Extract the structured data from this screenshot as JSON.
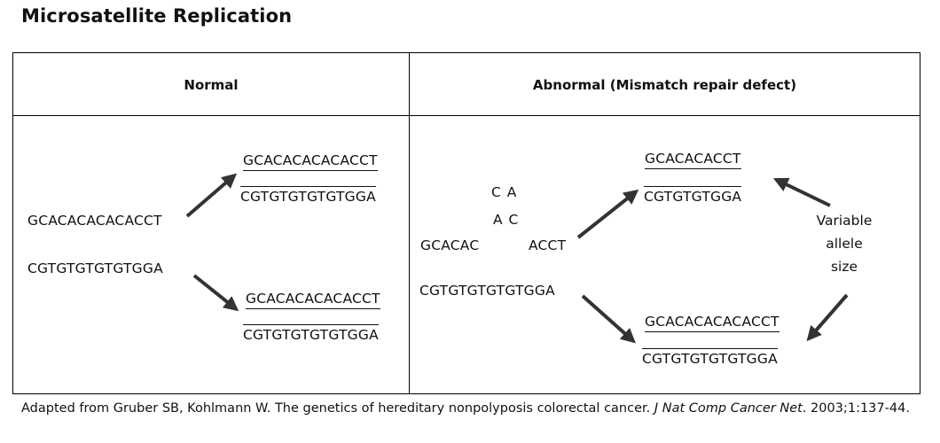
{
  "title": "Microsatellite Replication",
  "headers": {
    "normal": "Normal",
    "abnormal": "Abnormal (Mismatch repair defect)"
  },
  "normal": {
    "input_top": "GCACACACACACCT",
    "input_bottom": "CGTGTGTGTGTGGA",
    "out1_top": "GCACACACACACCT",
    "out1_bottom": "CGTGTGTGTGTGGA",
    "out2_top": "GCACACACACACCT",
    "out2_bottom": "CGTGTGTGTGTGGA"
  },
  "abnormal": {
    "loop_top": "C A",
    "loop_mid": "A C",
    "input_left": "GCACAC",
    "input_right": "ACCT",
    "input_bottom": "CGTGTGTGTGTGGA",
    "out1_top": "GCACACACCT",
    "out1_bottom": "CGTGTGTGGA",
    "out2_top": "GCACACACACACCT",
    "out2_bottom": "CGTGTGTGTGTGGA",
    "note_line1": "Variable",
    "note_line2": "allele",
    "note_line3": "size"
  },
  "caption": {
    "pre": "Adapted from Gruber SB, Kohlmann W. The genetics of hereditary nonpolyposis colorectal cancer. ",
    "journal": "J Nat Comp Cancer Net",
    "post": ". 2003;1:137-44."
  }
}
